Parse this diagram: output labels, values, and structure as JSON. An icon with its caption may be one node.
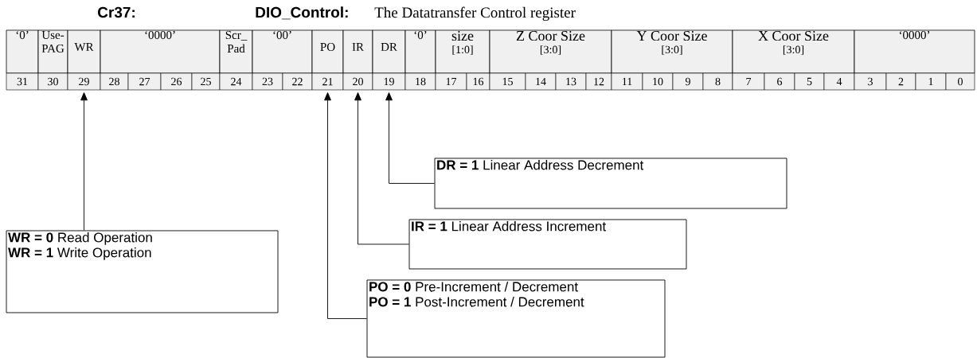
{
  "diagram": {
    "nodes": [
      {
        "text": [
          "‘0’"
        ]
      },
      {
        "text": [
          "Use- PAG"
        ]
      },
      {
        "text": [
          "WR"
        ]
      },
      {
        "text": [
          "‘0000’"
        ]
      },
      {
        "text": [
          "Scr_ Pad"
        ]
      },
      {
        "text": [
          "‘00’"
        ]
      },
      {
        "text": [
          "PO"
        ]
      },
      {
        "text": [
          "IR"
        ]
      },
      {
        "text": [
          "DR"
        ]
      },
      {
        "text": [
          "‘0’"
        ]
      },
      {
        "text": [
          "size",
          "[1:0]"
        ]
      },
      {
        "text": [
          "Z Coor Size",
          "[3:0]"
        ]
      },
      {
        "text": [
          "Y Coor Size",
          "[3:0]"
        ]
      },
      {
        "text": [
          "X Coor Size",
          "[3:0]"
        ]
      },
      {
        "text": [
          "‘0000’"
        ]
      },
      {
        "text": [
          "31"
        ]
      },
      {
        "text": [
          "30"
        ]
      },
      {
        "text": [
          "29"
        ]
      },
      {
        "text": [
          "28"
        ]
      },
      {
        "text": [
          "27"
        ]
      },
      {
        "text": [
          "26"
        ]
      },
      {
        "text": [
          "25"
        ]
      },
      {
        "text": [
          "24"
        ]
      },
      {
        "text": [
          "23"
        ]
      },
      {
        "text": [
          "22"
        ]
      },
      {
        "text": [
          "21"
        ]
      },
      {
        "text": [
          "20"
        ]
      },
      {
        "text": [
          "19"
        ]
      },
      {
        "text": [
          "18"
        ]
      },
      {
        "text": [
          "17"
        ]
      },
      {
        "text": [
          "16"
        ]
      },
      {
        "text": [
          "15"
        ]
      },
      {
        "text": [
          "14"
        ]
      },
      {
        "text": [
          "13"
        ]
      },
      {
        "text": [
          "12"
        ]
      },
      {
        "text": [
          "11"
        ]
      },
      {
        "text": [
          "10"
        ]
      },
      {
        "text": [
          "9"
        ]
      },
      {
        "text": [
          "8"
        ]
      },
      {
        "text": [
          "7"
        ]
      },
      {
        "text": [
          "6"
        ]
      },
      {
        "text": [
          "5"
        ]
      },
      {
        "text": [
          "4"
        ]
      },
      {
        "text": [
          "3"
        ]
      },
      {
        "text": [
          "2"
        ]
      },
      {
        "text": [
          "1"
        ]
      },
      {
        "text": [
          "0"
        ]
      },
      {
        "text": [
          "**DR = 1** Linear Address Decrement"
        ]
      },
      {
        "text": [
          "**IR = 1** Linear Address Increment"
        ]
      },
      {
        "text": [
          "**WR = 0** Read Operation",
          "**WR = 1** Write Operation"
        ]
      },
      {
        "text": [
          "**PO = 0** Pre-Increment / Decrement",
          "**PO = 1** Post-Increment / Decrement"
        ]
      }
    ],
    "edges": [
      {
        "from": 49,
        "to": 17,
        "arrow": "to"
      },
      {
        "from": 50,
        "to": 25,
        "arrow": "to"
      },
      {
        "from": 48,
        "to": 26,
        "arrow": "to"
      },
      {
        "from": 47,
        "to": 27,
        "arrow": "to"
      }
    ],
    "labels": [
      "Cr37:",
      "DIO_Control:",
      "The Datatransfer Control register"
    ]
  }
}
